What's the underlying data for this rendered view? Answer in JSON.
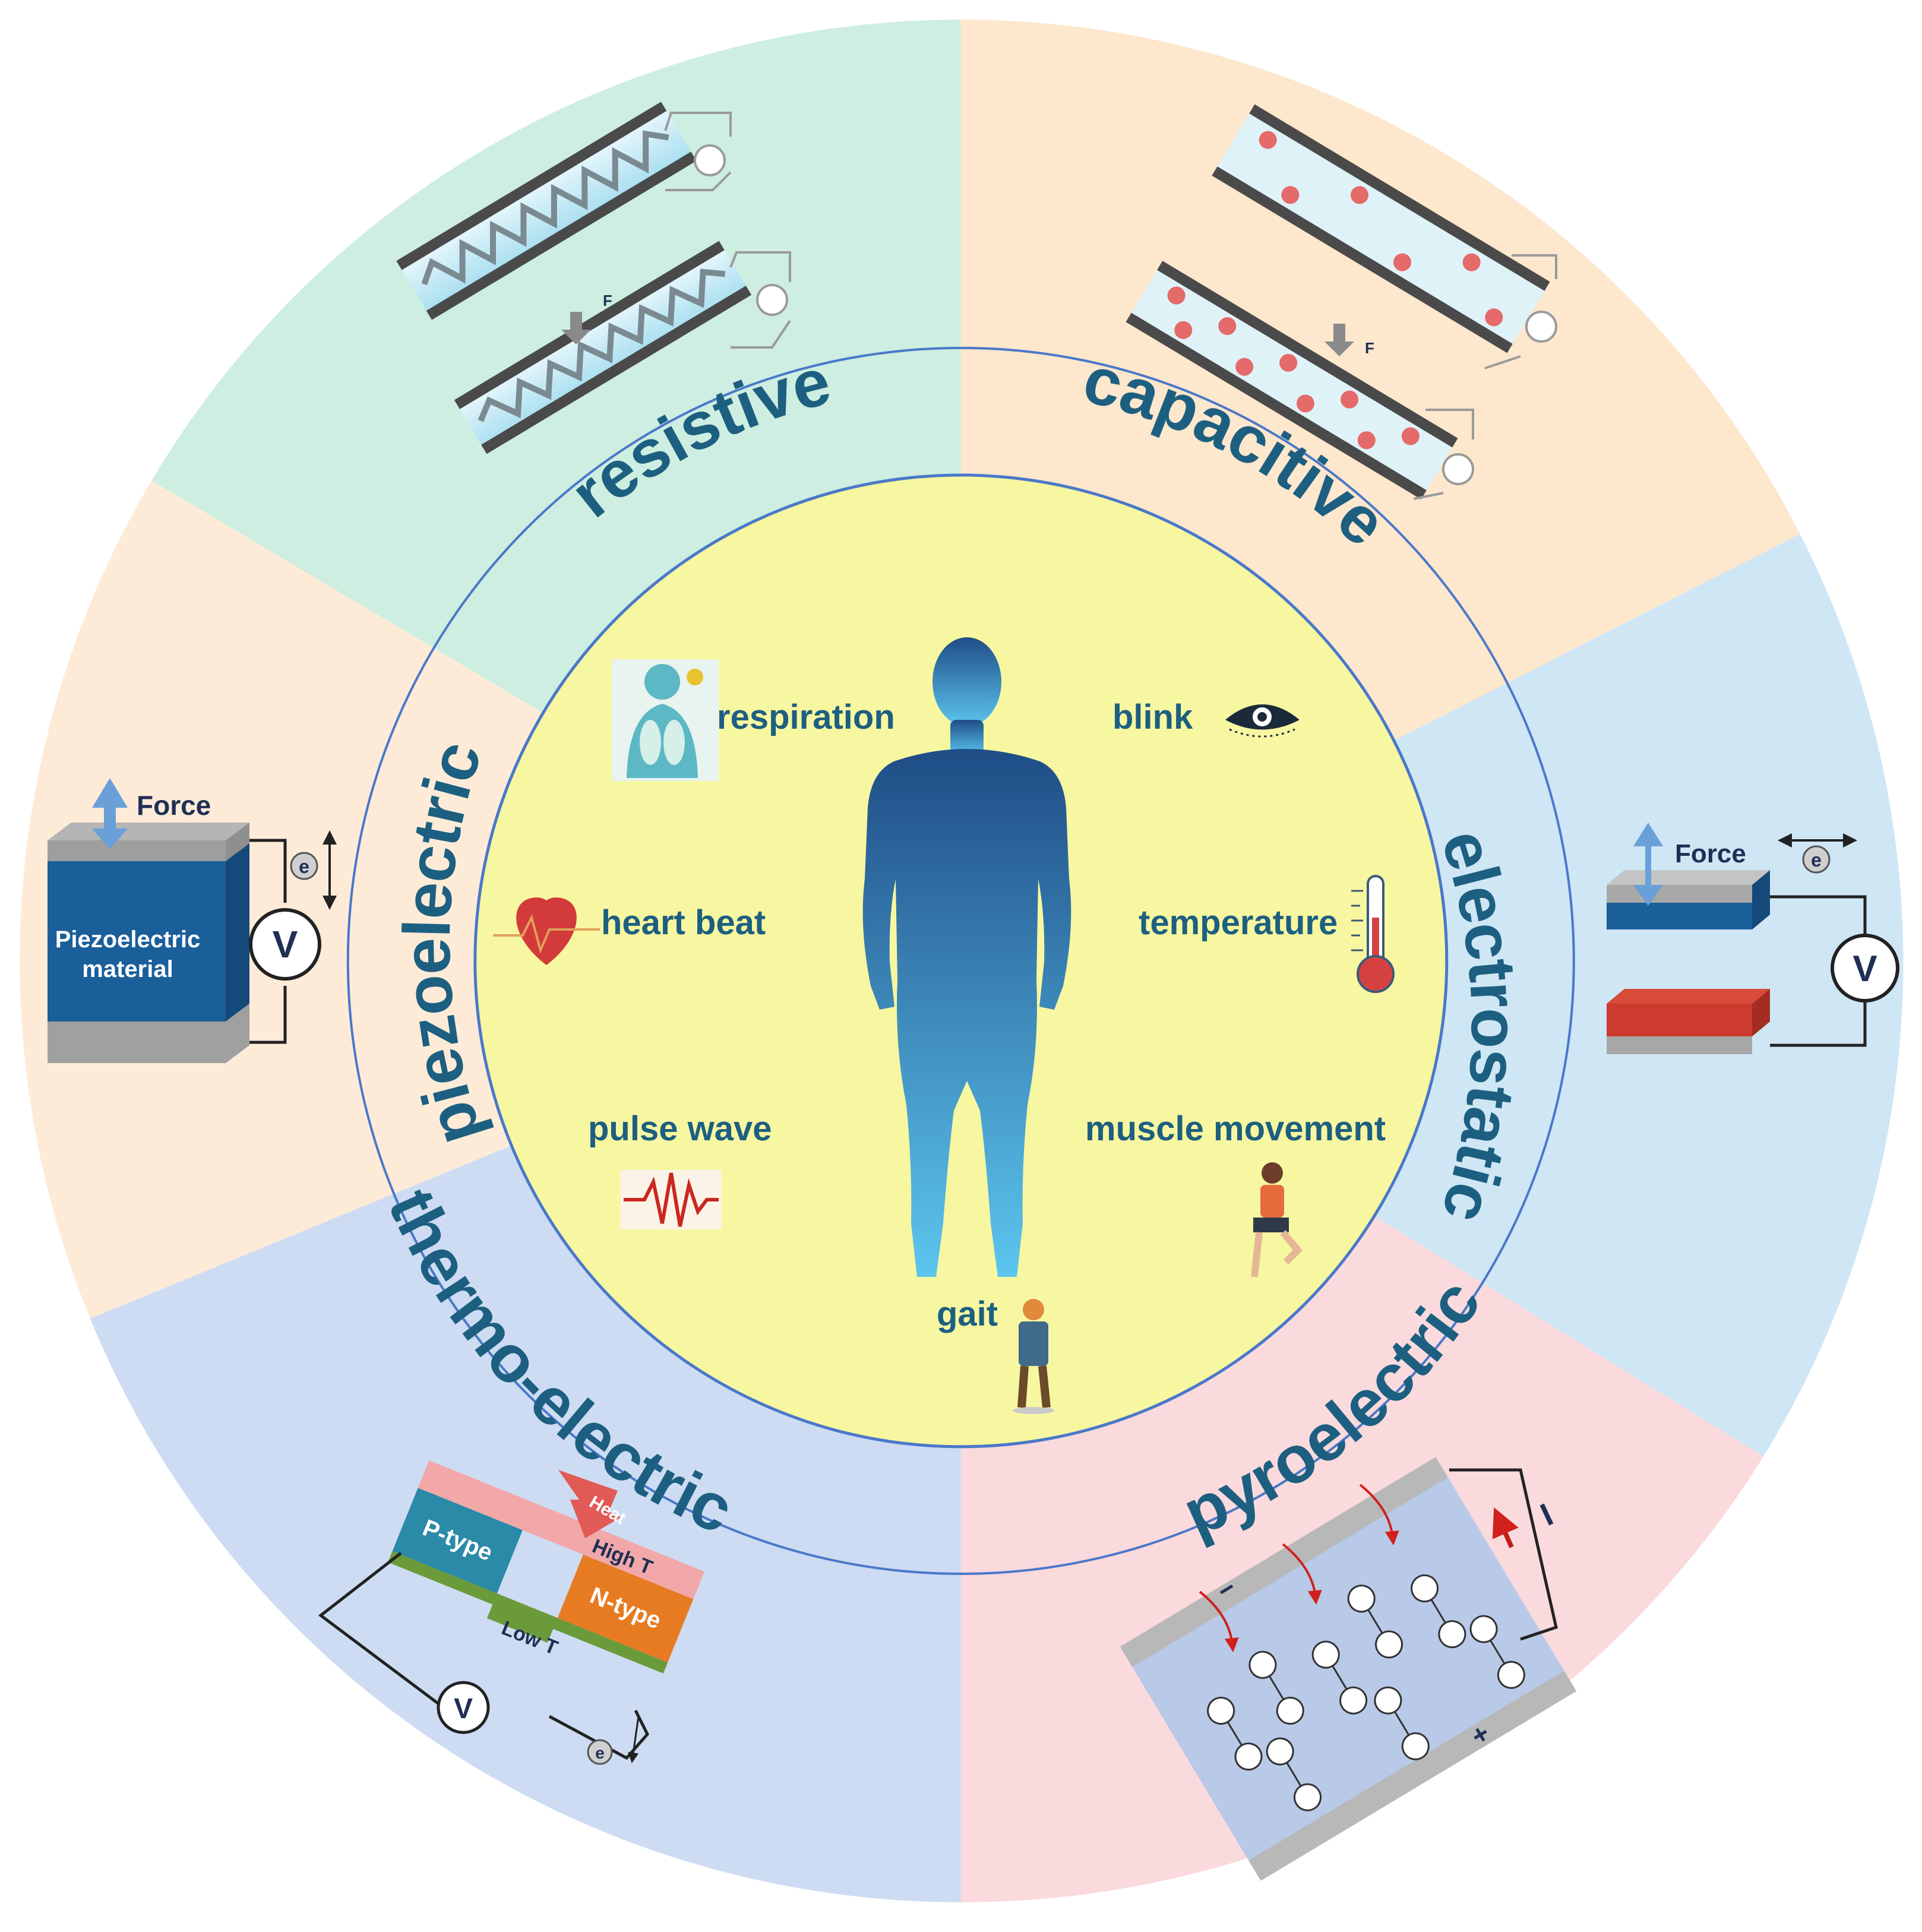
{
  "segments": {
    "resistive": "resistive",
    "capacitive": "capacitive",
    "electrostatic": "electrostatic",
    "pyroelectric": "pyroelectric",
    "thermoelectric": "thermo-electric",
    "piezoelectric": "piezoelectric"
  },
  "signals": {
    "respiration": "respiration",
    "blink": "blink",
    "heart_beat": "heart beat",
    "temperature": "temperature",
    "pulse_wave": "pulse wave",
    "muscle_movement": "muscle movement",
    "gait": "gait"
  },
  "diagram_labels": {
    "force_piezo": "Force",
    "force_electro": "Force",
    "piezo_material_line1": "Piezoelectric",
    "piezo_material_line2": "material",
    "voltmeter": "V",
    "electron": "e",
    "resistive_force": "F",
    "capacitive_force": "F",
    "heat": "Heat",
    "high_t": "High T",
    "low_t": "Low T",
    "p_type": "P-type",
    "n_type": "N-type",
    "current": "I",
    "minus": "−",
    "plus": "+"
  },
  "colors": {
    "resistive_bg": "#cdeee0",
    "capacitive_bg": "#fde7cd",
    "electrostatic_bg": "#cfe6f5",
    "pyroelectric_bg": "#fadadd",
    "thermoelectric_bg": "#cddcf3",
    "piezoelectric_bg": "#fdebd8",
    "center_bg": "#f7f7a1",
    "ring_line": "#4a78c9",
    "label_text": "#1d5f80",
    "body_top": "#1f4d86",
    "body_bottom": "#5cc6ef"
  }
}
